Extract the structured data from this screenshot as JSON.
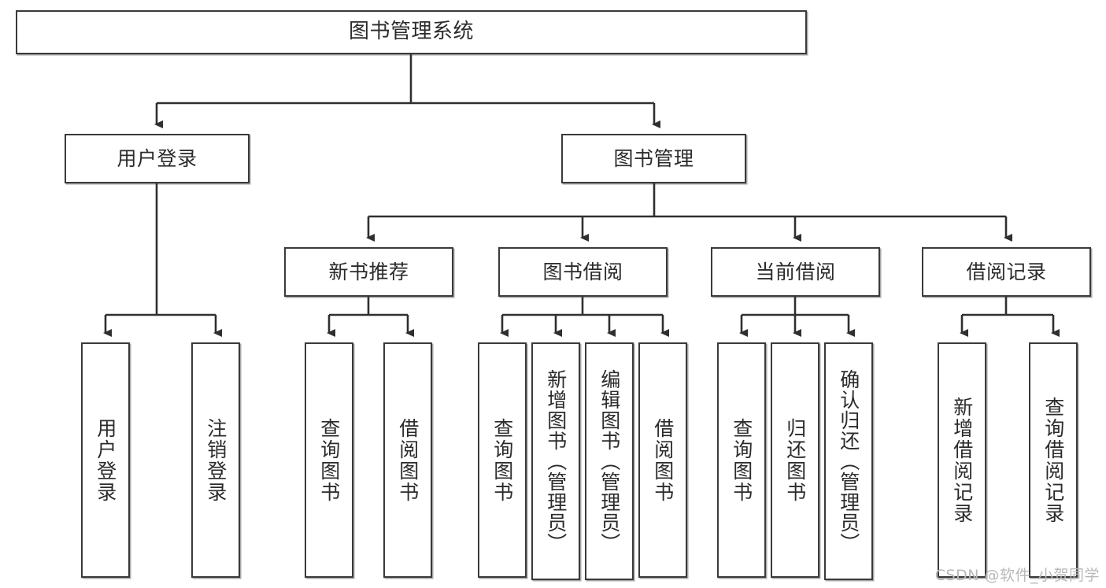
{
  "diagram": {
    "type": "tree-hierarchy",
    "title": "图书管理系统",
    "watermark": "CSDN @软件_小贺同学",
    "theme": {
      "background": "#ffffff",
      "box_border": "#3a3a3a",
      "box_fill": "#ffffff",
      "edge_color": "#2f2f2f",
      "text_color": "#2b2b2b",
      "watermark_color": "#b9b9b9"
    },
    "levels": {
      "level1": [
        "图书管理系统"
      ],
      "level2": [
        "用户登录",
        "图书管理"
      ],
      "level3": [
        "新书推荐",
        "图书借阅",
        "当前借阅",
        "借阅记录"
      ],
      "level4": [
        "用户登录",
        "注销登录",
        "查询图书",
        "借阅图书",
        "查询图书",
        "新增图书（管理员）",
        "编辑图书（管理员）",
        "借阅图书",
        "查询图书",
        "归还图书",
        "确认归还（管理员）",
        "新增借阅记录",
        "查询借阅记录"
      ]
    },
    "nodes": {
      "root": {
        "label": "图书管理系统"
      },
      "l2": [
        {
          "label": "用户登录"
        },
        {
          "label": "图书管理"
        }
      ],
      "l3": [
        {
          "label": "新书推荐"
        },
        {
          "label": "图书借阅"
        },
        {
          "label": "当前借阅"
        },
        {
          "label": "借阅记录"
        }
      ],
      "leaves": [
        {
          "label": "用户登录",
          "parent": "用户登录"
        },
        {
          "label": "注销登录",
          "parent": "用户登录"
        },
        {
          "label": "查询图书",
          "parent": "新书推荐"
        },
        {
          "label": "借阅图书",
          "parent": "新书推荐"
        },
        {
          "label": "查询图书",
          "parent": "图书借阅"
        },
        {
          "label": "新增图书（管理员）",
          "parent": "图书借阅"
        },
        {
          "label": "编辑图书（管理员）",
          "parent": "图书借阅"
        },
        {
          "label": "借阅图书",
          "parent": "图书借阅"
        },
        {
          "label": "查询图书",
          "parent": "当前借阅"
        },
        {
          "label": "归还图书",
          "parent": "当前借阅"
        },
        {
          "label": "确认归还（管理员）",
          "parent": "当前借阅"
        },
        {
          "label": "新增借阅记录",
          "parent": "借阅记录"
        },
        {
          "label": "查询借阅记录",
          "parent": "借阅记录"
        }
      ]
    }
  }
}
